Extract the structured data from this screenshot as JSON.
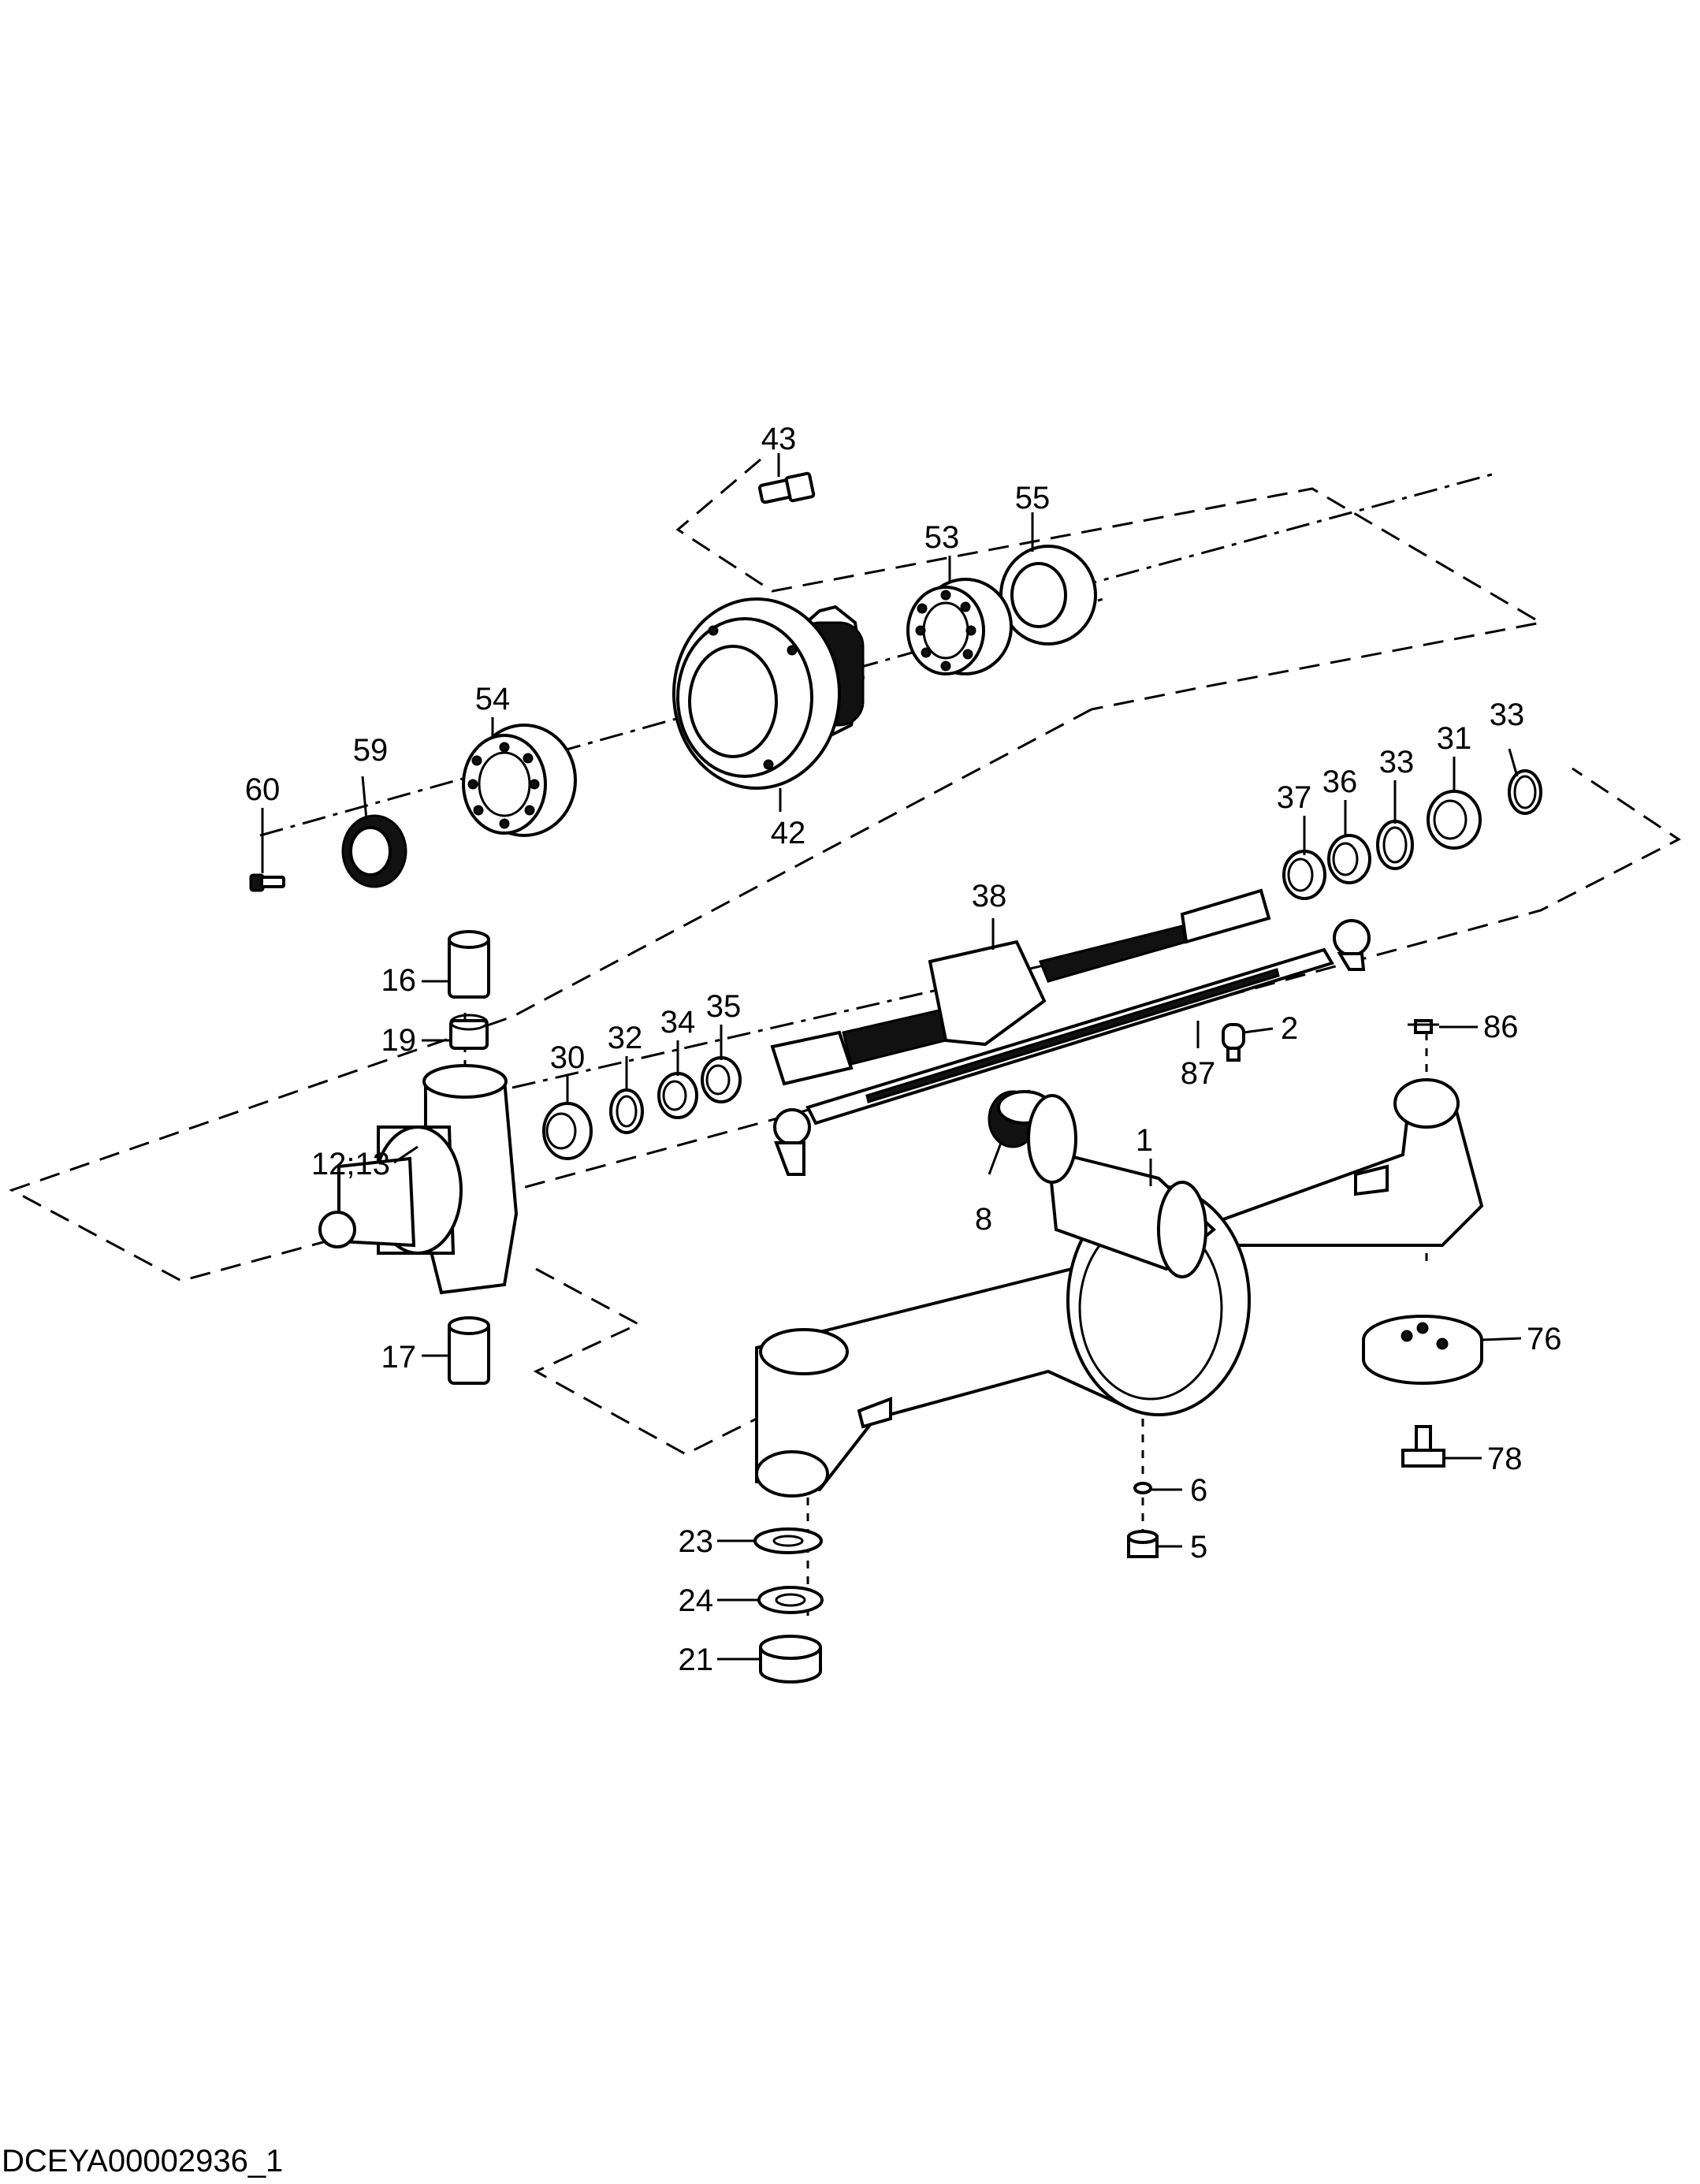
{
  "drawing_id": "DCEYA00002936_1",
  "callouts": {
    "p1": "1",
    "p2": "2",
    "p5": "5",
    "p6": "6",
    "p8": "8",
    "p12_13": "12;13",
    "p16": "16",
    "p17": "17",
    "p19": "19",
    "p21": "21",
    "p23": "23",
    "p24": "24",
    "p30": "30",
    "p31": "31",
    "p32": "32",
    "p33a": "33",
    "p33b": "33",
    "p34": "34",
    "p35": "35",
    "p36": "36",
    "p37": "37",
    "p38": "38",
    "p42": "42",
    "p43": "43",
    "p53": "53",
    "p54": "54",
    "p55": "55",
    "p59": "59",
    "p60": "60",
    "p76": "76",
    "p78": "78",
    "p86": "86",
    "p87": "87"
  }
}
